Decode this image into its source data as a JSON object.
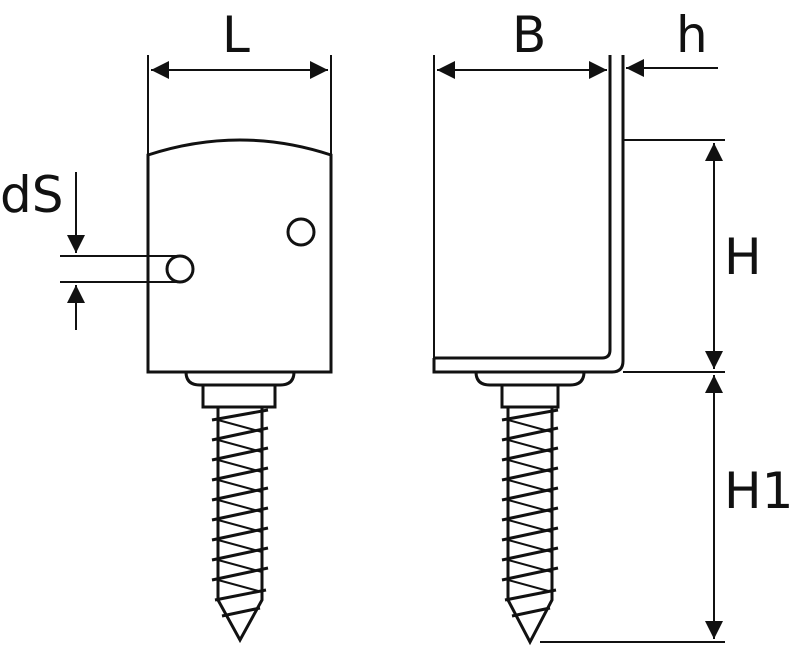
{
  "diagram": {
    "labels": {
      "length": "L",
      "width": "B",
      "thickness": "h",
      "hole_diameter": "dS",
      "height": "H",
      "screw_length": "H1"
    },
    "colors": {
      "stroke": "#111111",
      "background": "#ffffff"
    }
  }
}
